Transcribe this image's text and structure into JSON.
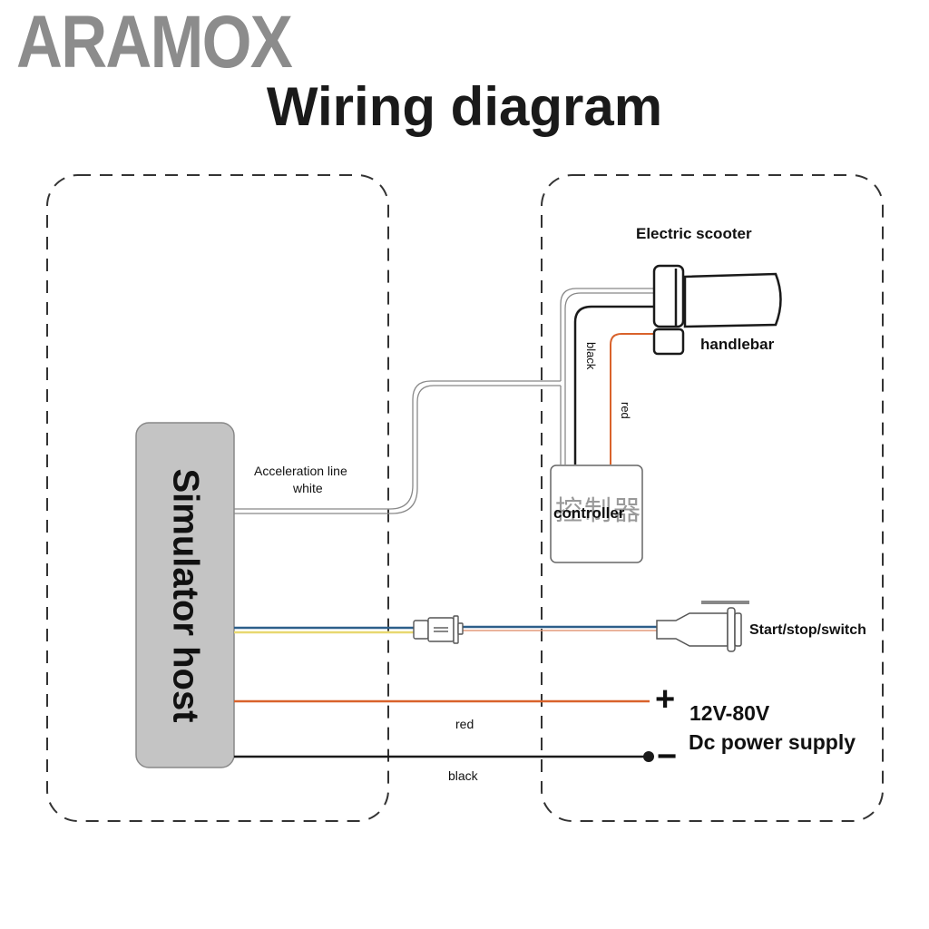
{
  "brand": "ARAMOX",
  "title": "Wiring diagram",
  "colors": {
    "brand_gray": "#8c8c8c",
    "host_fill": "#c4c4c4",
    "wire_red": "#d9622b",
    "wire_black": "#1a1a1a",
    "wire_blue": "#2d5f8a",
    "wire_yellow": "#e8d870",
    "wire_white_outline": "#888888"
  },
  "left_panel": {
    "host_label": "Simulator host",
    "acceleration_label_1": "Acceleration line",
    "acceleration_label_2": "white",
    "red_wire_label": "red",
    "black_wire_label": "black"
  },
  "right_panel": {
    "scooter_label": "Electric scooter",
    "handlebar_label": "handlebar",
    "black_label": "black",
    "red_label": "red",
    "controller_cn": "控制器",
    "controller_label": "controller",
    "switch_label": "Start/stop/switch",
    "plus_symbol": "+",
    "minus_symbol": "−",
    "voltage_label": "12V-80V",
    "power_label": "Dc power supply"
  }
}
